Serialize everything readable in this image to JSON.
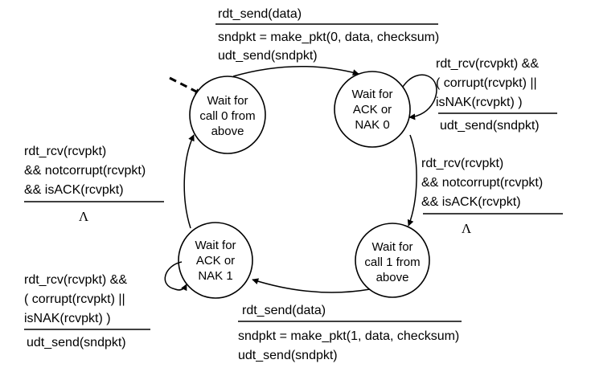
{
  "states": {
    "wait_call0": [
      "Wait for",
      "call 0 from",
      "above"
    ],
    "wait_ack0": [
      "Wait for",
      "ACK or",
      "NAK 0"
    ],
    "wait_call1": [
      "Wait for",
      "call 1 from",
      "above"
    ],
    "wait_ack1": [
      "Wait for",
      "ACK or",
      "NAK 1"
    ]
  },
  "transitions": {
    "send0": {
      "event": [
        "rdt_send(data)"
      ],
      "action": [
        "sndpkt = make_pkt(0, data, checksum)",
        "udt_send(sndpkt)"
      ]
    },
    "resend0": {
      "event": [
        "rdt_rcv(rcvpkt) &&",
        "( corrupt(rcvpkt) ||",
        "isNAK(rcvpkt) )"
      ],
      "action": [
        "udt_send(sndpkt)"
      ]
    },
    "ack0": {
      "event": [
        "rdt_rcv(rcvpkt)",
        "&& notcorrupt(rcvpkt)",
        "&& isACK(rcvpkt)"
      ],
      "action": [
        "Λ"
      ]
    },
    "send1": {
      "event": [
        "rdt_send(data)"
      ],
      "action": [
        "sndpkt = make_pkt(1, data, checksum)",
        "udt_send(sndpkt)"
      ]
    },
    "resend1": {
      "event": [
        "rdt_rcv(rcvpkt) &&",
        "( corrupt(rcvpkt) ||",
        "isNAK(rcvpkt) )"
      ],
      "action": [
        "udt_send(sndpkt)"
      ]
    },
    "ack1": {
      "event": [
        "rdt_rcv(rcvpkt)",
        "&& notcorrupt(rcvpkt)",
        "&& isACK(rcvpkt)"
      ],
      "action": [
        "Λ"
      ]
    }
  }
}
